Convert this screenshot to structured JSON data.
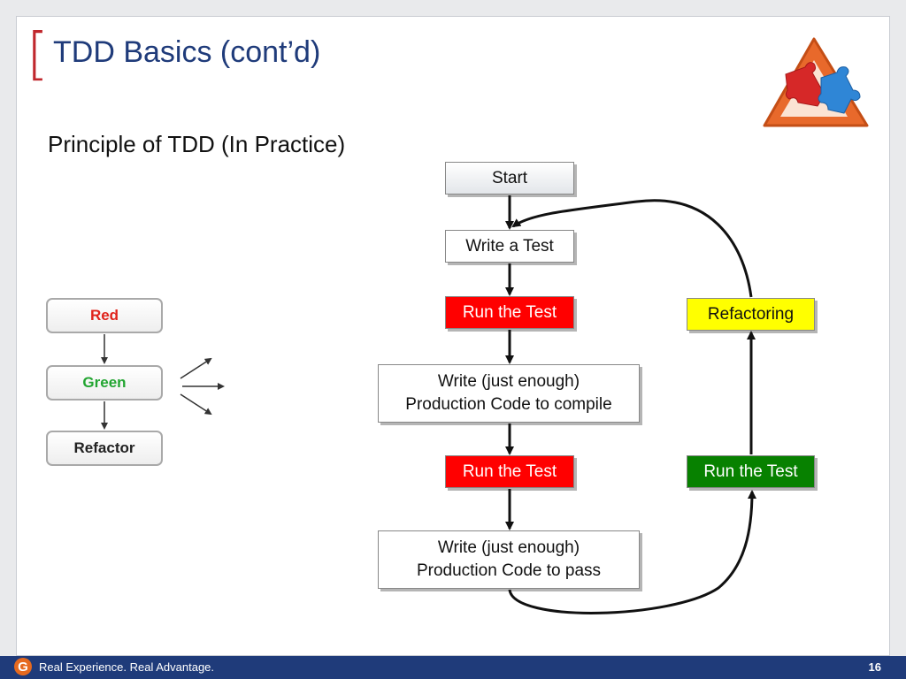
{
  "header": {
    "bracket": "[",
    "title": "TDD Basics (cont’d)"
  },
  "subtitle": "Principle of TDD (In Practice)",
  "logo": {
    "icon": "puzzle-triangle-icon",
    "colors": [
      "#e8692b",
      "#d62828",
      "#2f86d6",
      "#fbe3d3"
    ]
  },
  "mini_cycle": {
    "items": [
      {
        "label": "Red",
        "color": "#e0231b"
      },
      {
        "label": "Green",
        "color": "#22a531"
      },
      {
        "label": "Refactor",
        "color": "#222222"
      }
    ]
  },
  "flow": {
    "start": "Start",
    "write_test": "Write a Test",
    "run_test_1": "Run the Test",
    "compile_line1": "Write (just enough)",
    "compile_line2": "Production Code to compile",
    "run_test_2": "Run the Test",
    "pass_line1": "Write (just enough)",
    "pass_line2": "Production Code to pass",
    "run_test_3": "Run the Test",
    "refactoring": "Refactoring"
  },
  "colors": {
    "red": "#ff0000",
    "green": "#078100",
    "yellow": "#ffff00",
    "title_blue": "#1f3b7a",
    "bracket_red": "#c0272d"
  },
  "footer": {
    "logo_letter": "G",
    "tagline": "Real Experience. Real Advantage.",
    "page_number": "16"
  }
}
